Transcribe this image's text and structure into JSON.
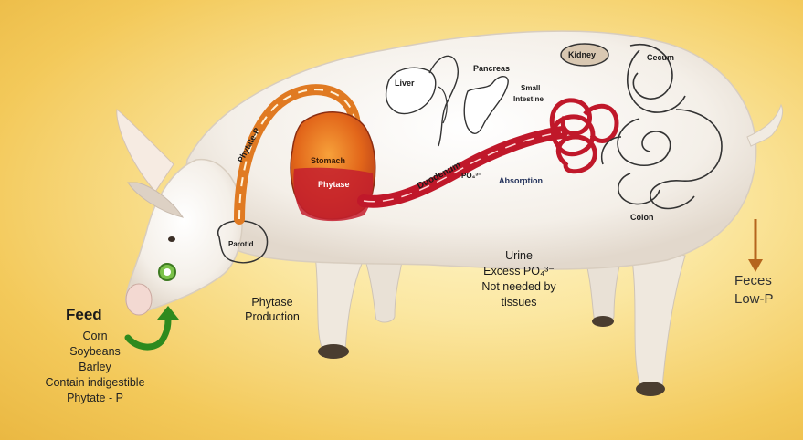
{
  "feed": {
    "title": "Feed",
    "items": [
      "Corn",
      "Soybeans",
      "Barley",
      "Contain indigestible",
      "Phytate - P"
    ]
  },
  "phytase_production": [
    "Phytase",
    "Production"
  ],
  "urine": [
    "Urine",
    "Excess PO₄³⁻",
    "Not needed by",
    "tissues"
  ],
  "feces": [
    "Feces",
    "Low-P"
  ],
  "organs": {
    "liver": "Liver",
    "pancreas": "Pancreas",
    "kidney": "Kidney",
    "cecum": "Cecum",
    "small_intestine_1": "Small",
    "small_intestine_2": "Intestine",
    "stomach": "Stomach",
    "phytase": "Phytase",
    "duodenum": "Duodenum",
    "po4": "PO₄³⁻",
    "absorption": "Absorption",
    "colon": "Colon",
    "parotid": "Parotid",
    "phytate_p": "Phytate-P"
  },
  "colors": {
    "pig_body": "#f6f1ea",
    "stomach": "#e8721c",
    "intestine": "#c0182a",
    "esophagus": "#e07a22",
    "arrow_green": "#2e8a1e",
    "arrow_brown": "#b5651d"
  }
}
